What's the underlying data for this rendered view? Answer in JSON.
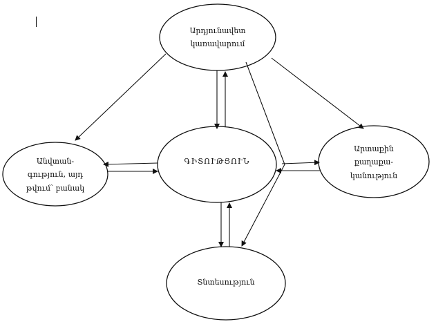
{
  "nodes": {
    "top": {
      "lines": [
        "Արդյունավետ",
        "կառավարում"
      ]
    },
    "center": {
      "lines": [
        "ԳԻՏՈՒԹՅՈՒՆ"
      ]
    },
    "left": {
      "lines": [
        "Անվտան-",
        "գություն, այդ",
        "թվում՝ բանակ"
      ]
    },
    "right": {
      "lines": [
        "Արտաքին",
        "քաղաքա-",
        "կանություն"
      ]
    },
    "bottom": {
      "lines": [
        "Տնտեսություն"
      ]
    }
  },
  "colors": {
    "stroke": "#111111",
    "background": "#ffffff"
  }
}
